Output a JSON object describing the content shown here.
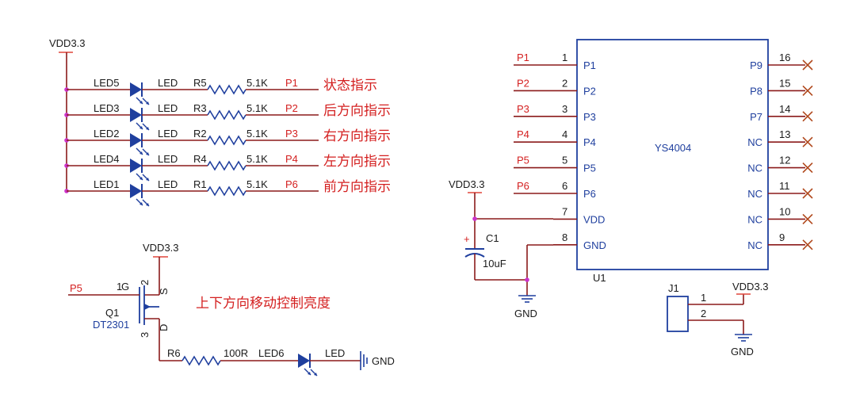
{
  "power": {
    "vdd": "VDD3.3",
    "gnd": "GND"
  },
  "led_rows": [
    {
      "ref": "LED5",
      "type": "LED",
      "res": "R5",
      "val": "5.1K",
      "net": "P1",
      "desc": "状态指示"
    },
    {
      "ref": "LED3",
      "type": "LED",
      "res": "R3",
      "val": "5.1K",
      "net": "P2",
      "desc": "后方向指示"
    },
    {
      "ref": "LED2",
      "type": "LED",
      "res": "R2",
      "val": "5.1K",
      "net": "P3",
      "desc": "右方向指示"
    },
    {
      "ref": "LED4",
      "type": "LED",
      "res": "R4",
      "val": "5.1K",
      "net": "P4",
      "desc": "左方向指示"
    },
    {
      "ref": "LED1",
      "type": "LED",
      "res": "R1",
      "val": "5.1K",
      "net": "P6",
      "desc": "前方向指示"
    }
  ],
  "mosfet": {
    "net": "P5",
    "ref": "Q1",
    "part": "DT2301",
    "pin_g": "1",
    "pin_g_label": "G",
    "pin_s": "2",
    "pin_s_label": "S",
    "pin_d": "3",
    "pin_d_label": "D",
    "res": "R6",
    "res_val": "100R",
    "led": "LED6",
    "led_type": "LED",
    "desc": "上下方向移动控制亮度"
  },
  "chip": {
    "name": "YS4004",
    "ref": "U1",
    "left_pins": [
      {
        "net": "P1",
        "num": "1",
        "label": "P1"
      },
      {
        "net": "P2",
        "num": "2",
        "label": "P2"
      },
      {
        "net": "P3",
        "num": "3",
        "label": "P3"
      },
      {
        "net": "P4",
        "num": "4",
        "label": "P4"
      },
      {
        "net": "P5",
        "num": "5",
        "label": "P5"
      },
      {
        "net": "P6",
        "num": "6",
        "label": "P6"
      },
      {
        "net": "",
        "num": "7",
        "label": "VDD"
      },
      {
        "net": "",
        "num": "8",
        "label": "GND"
      }
    ],
    "right_pins": [
      {
        "num": "16",
        "label": "P9"
      },
      {
        "num": "15",
        "label": "P8"
      },
      {
        "num": "14",
        "label": "P7"
      },
      {
        "num": "13",
        "label": "NC"
      },
      {
        "num": "12",
        "label": "NC"
      },
      {
        "num": "11",
        "label": "NC"
      },
      {
        "num": "10",
        "label": "NC"
      },
      {
        "num": "9",
        "label": "NC"
      }
    ]
  },
  "cap": {
    "ref": "C1",
    "val": "10uF",
    "polarity": "+"
  },
  "connector": {
    "ref": "J1",
    "pin1": "1",
    "pin2": "2"
  },
  "colors": {
    "wire": "#8b1a1a",
    "net_label": "#d42020",
    "component": "#1f3f9e",
    "junction": "#cc33cc"
  }
}
